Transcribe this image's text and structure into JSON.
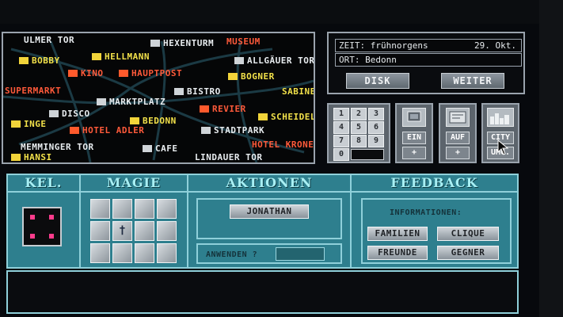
{
  "map": {
    "locations": [
      {
        "name": "ULMER TOR",
        "color": "w"
      },
      {
        "name": "HEXENTURM",
        "color": "w"
      },
      {
        "name": "MUSEUM",
        "color": "r"
      },
      {
        "name": "BOBBY",
        "color": "y"
      },
      {
        "name": "HELLMANN",
        "color": "y"
      },
      {
        "name": "ALLGÄUER TOR",
        "color": "w"
      },
      {
        "name": "KINO",
        "color": "r"
      },
      {
        "name": "HAUPTPOST",
        "color": "r"
      },
      {
        "name": "BOGNER",
        "color": "y"
      },
      {
        "name": "SUPERMARKT",
        "color": "r"
      },
      {
        "name": "BISTRO",
        "color": "w"
      },
      {
        "name": "SABINE",
        "color": "y"
      },
      {
        "name": "MARKTPLATZ",
        "color": "w"
      },
      {
        "name": "DISCO",
        "color": "w"
      },
      {
        "name": "REVIER",
        "color": "r"
      },
      {
        "name": "INGE",
        "color": "y"
      },
      {
        "name": "BEDONN",
        "color": "y"
      },
      {
        "name": "SCHEIDEL",
        "color": "y"
      },
      {
        "name": "HOTEL ADLER",
        "color": "r"
      },
      {
        "name": "STADTPARK",
        "color": "w"
      },
      {
        "name": "MEMMINGER TOR",
        "color": "w"
      },
      {
        "name": "CAFE",
        "color": "w"
      },
      {
        "name": "HOTEL KRONE",
        "color": "r"
      },
      {
        "name": "HANSI",
        "color": "y"
      },
      {
        "name": "LINDAUER TOR",
        "color": "w"
      }
    ]
  },
  "info": {
    "zeit_label": "ZEIT:",
    "zeit_value": "frühnorgens",
    "date": "29. Okt.",
    "ort_label": "ORT:",
    "ort_value": "Bedonn",
    "disk_label": "DISK",
    "weiter_label": "WEITER"
  },
  "keypad": {
    "keys": [
      "1",
      "2",
      "3",
      "4",
      "5",
      "6",
      "7",
      "8",
      "9",
      "0"
    ]
  },
  "controls": {
    "ein_label": "EIN",
    "ein_plus": "+",
    "auf_label": "AUF",
    "auf_plus": "+",
    "city_label": "CITY",
    "umg_label": "UMG."
  },
  "sections": {
    "kel": "KEL.",
    "magie": "MAGIE",
    "aktionen": "AKTIONEN",
    "feedback": "FEEDBACK"
  },
  "magie": {
    "cross_symbol": "†"
  },
  "aktionen": {
    "person_button": "JONATHAN",
    "anwenden_label": "ANWENDEN ?"
  },
  "feedback": {
    "heading": "INFORMATIONEN:",
    "buttons": [
      "FAMILIEN",
      "CLIQUE",
      "FREUNDE",
      "GEGNER"
    ]
  },
  "colors": {
    "accent_teal": "#2e7f8e",
    "header_text": "#a8f0f4",
    "marker_red": "#ff5a2c",
    "marker_yellow": "#f2d43a",
    "marker_white": "#cfd4d8"
  }
}
